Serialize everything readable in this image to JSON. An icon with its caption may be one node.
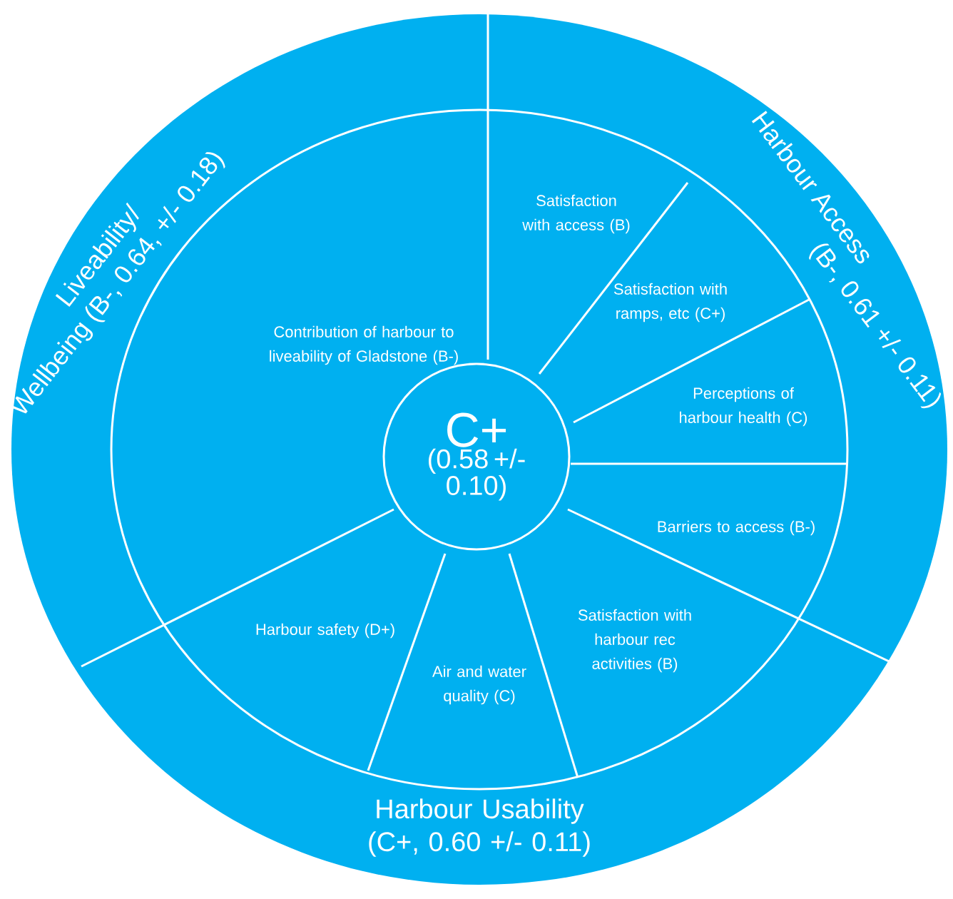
{
  "diagram": {
    "nodes": [
      {
        "text": [
          "Liveability/ Wellbeing (B-, 0.64, +/- 0.18)"
        ]
      },
      {
        "text": [
          "Harbour Access (B-, 0.61 +/- 0.11)"
        ]
      },
      {
        "text": [
          "Harbour Usability (C+, 0.60 +/- 0.11)"
        ]
      },
      {
        "text": [
          "Contribution of harbour to liveability of Gladstone (B-)"
        ]
      },
      {
        "text": [
          "Satisfaction with access (B)"
        ]
      },
      {
        "text": [
          "Satisfaction with ramps, etc (C+)"
        ]
      },
      {
        "text": [
          "Perceptions of harbour health (C)"
        ]
      },
      {
        "text": [
          "Barriers to access (B-)"
        ]
      },
      {
        "text": [
          "Satisfaction with harbour rec activities (B)"
        ]
      },
      {
        "text": [
          "Air and water quality (C)"
        ]
      },
      {
        "text": [
          "Harbour safety (D+)"
        ]
      },
      {
        "text": [
          "C+",
          "(0.58 +/- 0.10)"
        ]
      }
    ]
  }
}
